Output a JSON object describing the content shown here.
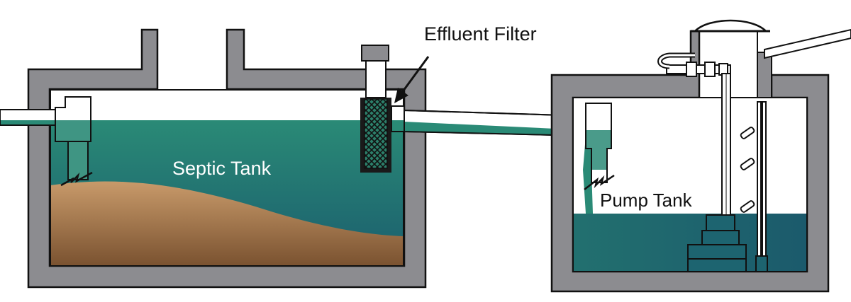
{
  "labels": {
    "septic_tank": "Septic Tank",
    "pump_tank": "Pump Tank",
    "effluent_filter": "Effluent Filter"
  },
  "colors": {
    "concrete": "#8c8c90",
    "outline": "#111111",
    "water_top": "#2a8a76",
    "water_bottom": "#1b5e6e",
    "sludge_top": "#c89a6a",
    "sludge_bottom": "#7a5230",
    "label_light": "#ffffff",
    "label_dark": "#111111"
  }
}
